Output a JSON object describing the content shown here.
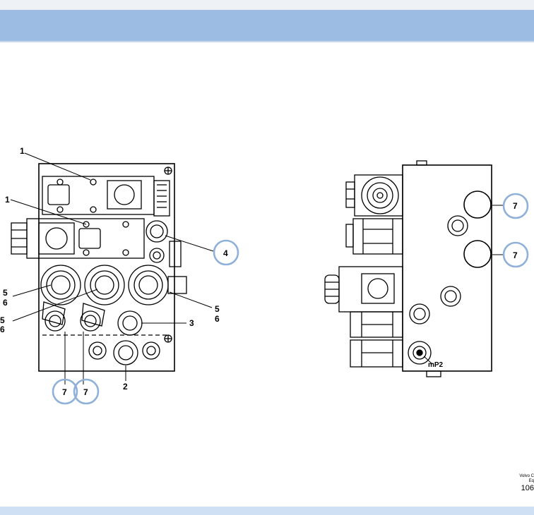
{
  "callouts": {
    "left_view": {
      "one_a": "1",
      "one_b": "1",
      "four": "4",
      "five_a": "5",
      "six_a": "6",
      "five_b": "5",
      "six_b": "6",
      "five_c": "5",
      "six_c": "6",
      "three": "3",
      "two": "2",
      "seven_a": "7",
      "seven_b": "7"
    },
    "right_view": {
      "seven_top": "7",
      "seven_mid": "7",
      "port_label": "mP2"
    }
  },
  "footer": {
    "line1": "Volvo C",
    "line2": "Eq",
    "line3": "106"
  },
  "colors": {
    "header": "#9dbce4",
    "highlight_ring": "#8fb0d8",
    "ink": "#000000"
  }
}
